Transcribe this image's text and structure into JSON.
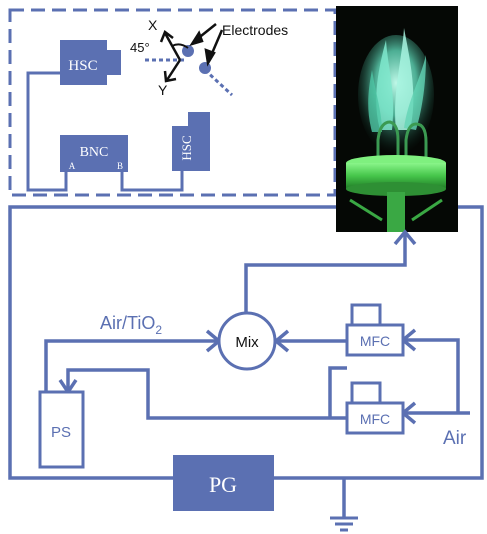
{
  "inset": {
    "hsc_top_label": "HSC",
    "hsc_right_label": "HSC",
    "bnc_label": "BNC",
    "bnc_port_a": "A",
    "bnc_port_b": "B",
    "angle_label": "45°",
    "axis_x": "X",
    "axis_y": "Y",
    "electrodes_label": "Electrodes"
  },
  "flow": {
    "mix_label": "Mix",
    "air_tio2_label": "Air/TiO",
    "air_tio2_subscript": "2",
    "mfc_top_label": "MFC",
    "mfc_bottom_label": "MFC",
    "air_label": "Air",
    "ps_label": "PS",
    "pg_label": "PG"
  },
  "colors": {
    "accent": "#5b70b2",
    "photo_background": "#050805",
    "flame": "#6fe0c2",
    "burner": "#4fd05a"
  },
  "icons": [
    "ground-icon",
    "flame-photo"
  ]
}
